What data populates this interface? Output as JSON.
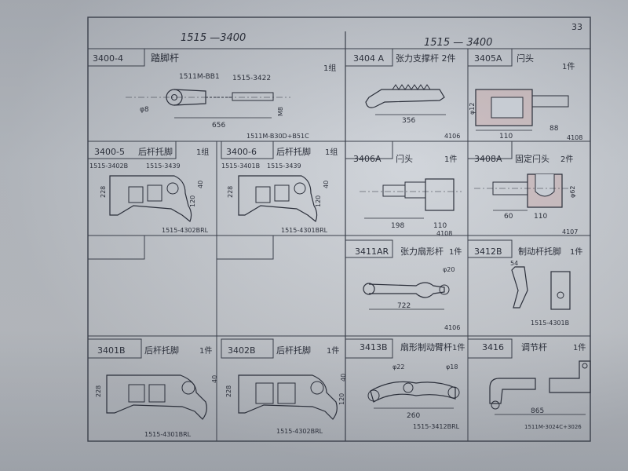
{
  "page_number": "33",
  "left_header": "1515 —3400",
  "right_header": "1515 — 3400",
  "cells": [
    {
      "id": "3400-4",
      "code": "3400-4",
      "name": "踏脚杆",
      "qty": "1组",
      "labels": [
        "1511M-BB1",
        "1515-3422",
        "φ8",
        "656",
        "M8",
        "1511M-B30D+B51C"
      ]
    },
    {
      "id": "3404A",
      "code": "3404 A",
      "name": "张力支撑杆 2件",
      "labels": [
        "356",
        "4106"
      ]
    },
    {
      "id": "3405A",
      "code": "3405A",
      "name": "闩头",
      "qty": "1件",
      "labels": [
        "φ12",
        "110",
        "88",
        "4108"
      ]
    },
    {
      "id": "3400-5",
      "code": "3400-5",
      "name": "后杆托脚",
      "qty": "1组",
      "labels": [
        "1515-3402B",
        "1515-3439",
        "228",
        "40",
        "120",
        "1515-4302BRL"
      ]
    },
    {
      "id": "3400-6",
      "code": "3400-6",
      "name": "后杆托脚",
      "qty": "1组",
      "labels": [
        "1515-3401B",
        "1515-3439",
        "228",
        "40",
        "120",
        "1515-4301BRL"
      ]
    },
    {
      "id": "3406A",
      "code": "3406A",
      "name": "闩头",
      "qty": "1件",
      "labels": [
        "198",
        "110",
        "4108"
      ]
    },
    {
      "id": "3408A",
      "code": "3408A",
      "name": "固定闩头",
      "qty": "2件",
      "labels": [
        "60",
        "110",
        "φ62",
        "4107"
      ]
    },
    {
      "id": "3411AR",
      "code": "3411AR",
      "name": "张力扇形杆",
      "qty": "1件",
      "labels": [
        "φ20",
        "722",
        "4106"
      ]
    },
    {
      "id": "3412B",
      "code": "3412B",
      "name": "制动杆托脚",
      "qty": "1件",
      "labels": [
        "54",
        "1515-4301B"
      ]
    },
    {
      "id": "3401B",
      "code": "3401B",
      "name": "后杆托脚",
      "qty": "1件",
      "labels": [
        "228",
        "40",
        "1515-4301BRL"
      ]
    },
    {
      "id": "3402B",
      "code": "3402B",
      "name": "后杆托脚",
      "qty": "1件",
      "labels": [
        "228",
        "40",
        "120",
        "1515-4302BRL"
      ]
    },
    {
      "id": "3413B",
      "code": "3413B",
      "name": "扇形制动臂杆",
      "qty": "1件",
      "labels": [
        "φ22",
        "φ18",
        "260",
        "1515-3412BRL"
      ]
    },
    {
      "id": "3416",
      "code": "3416",
      "name": "调节杆",
      "qty": "1件",
      "labels": [
        "865",
        "1511M-3024C+3026"
      ]
    }
  ]
}
